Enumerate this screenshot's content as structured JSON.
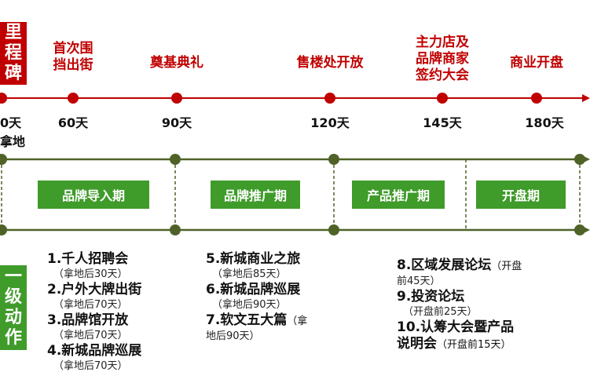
{
  "side_labels": {
    "milestone": [
      "里",
      "程",
      "碑"
    ],
    "action": [
      "一",
      "级",
      "动",
      "作"
    ]
  },
  "milestones": [
    {
      "title_lines": [],
      "day": "0天"
    },
    {
      "title_lines": [
        "首次围",
        "挡出街"
      ],
      "day": "60天"
    },
    {
      "title_lines": [
        "奠基典礼"
      ],
      "day": "90天"
    },
    {
      "title_lines": [
        "售楼处开放"
      ],
      "day": "120天"
    },
    {
      "title_lines": [
        "主力店及",
        "品牌商家",
        "签约大会"
      ],
      "day": "145天"
    },
    {
      "title_lines": [
        "商业开盘"
      ],
      "day": "180天"
    }
  ],
  "day0_sub": "拿地",
  "phases": [
    "品牌导入期",
    "品牌推广期",
    "产品推广期",
    "开盘期"
  ],
  "actions": {
    "col1": [
      {
        "title": "1.千人招聘会",
        "note": "（拿地后30天）"
      },
      {
        "title": "2.户外大牌出街",
        "note": "（拿地后70天）"
      },
      {
        "title": "3.品牌馆开放",
        "note": "（拿地后70天）"
      },
      {
        "title": "4.新城品牌巡展",
        "note": "（拿地后70天）"
      }
    ],
    "col2": [
      {
        "title": "5.新城商业之旅",
        "note": "（拿地后85天）"
      },
      {
        "title": "6.新城品牌巡展",
        "note": "（拿地后90天）"
      },
      {
        "title": "7.软文五大篇",
        "inline": "（拿",
        "note2": "地后90天）"
      }
    ],
    "col3": [
      {
        "title": "8.区域发展论坛",
        "inline": "（开盘",
        "note2": "前45天）"
      },
      {
        "title": "9.投资论坛",
        "note": "（开盘前25天）"
      },
      {
        "title": "10.认筹大会暨产品",
        "title2": "说明会",
        "inline": "（开盘前15天）"
      }
    ]
  },
  "colors": {
    "red": "#c00000",
    "dark_red": "#a00000",
    "green": "#3f9b2a",
    "olive": "#4f6228"
  }
}
